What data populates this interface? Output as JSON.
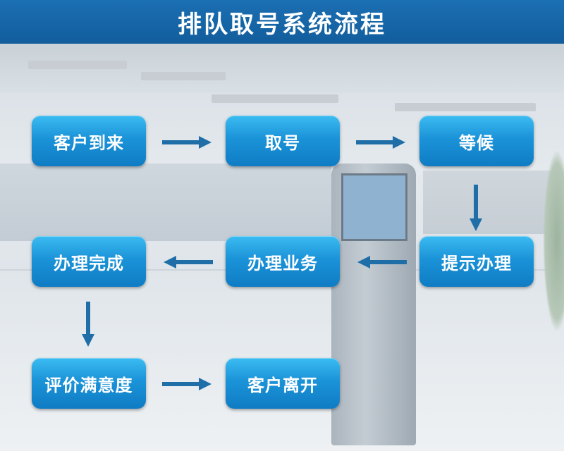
{
  "header": {
    "title": "排队取号系统流程"
  },
  "steps": {
    "customer_arrives": "客户到来",
    "take_number": "取号",
    "wait": "等候",
    "prompt_service": "提示办理",
    "handle_business": "办理业务",
    "service_complete": "办理完成",
    "evaluate_satisfaction": "评价满意度",
    "customer_leaves": "客户离开"
  },
  "colors": {
    "title_bar": "#1b6fb3",
    "node": "#1b93d8",
    "arrow": "#1f6ea8"
  }
}
